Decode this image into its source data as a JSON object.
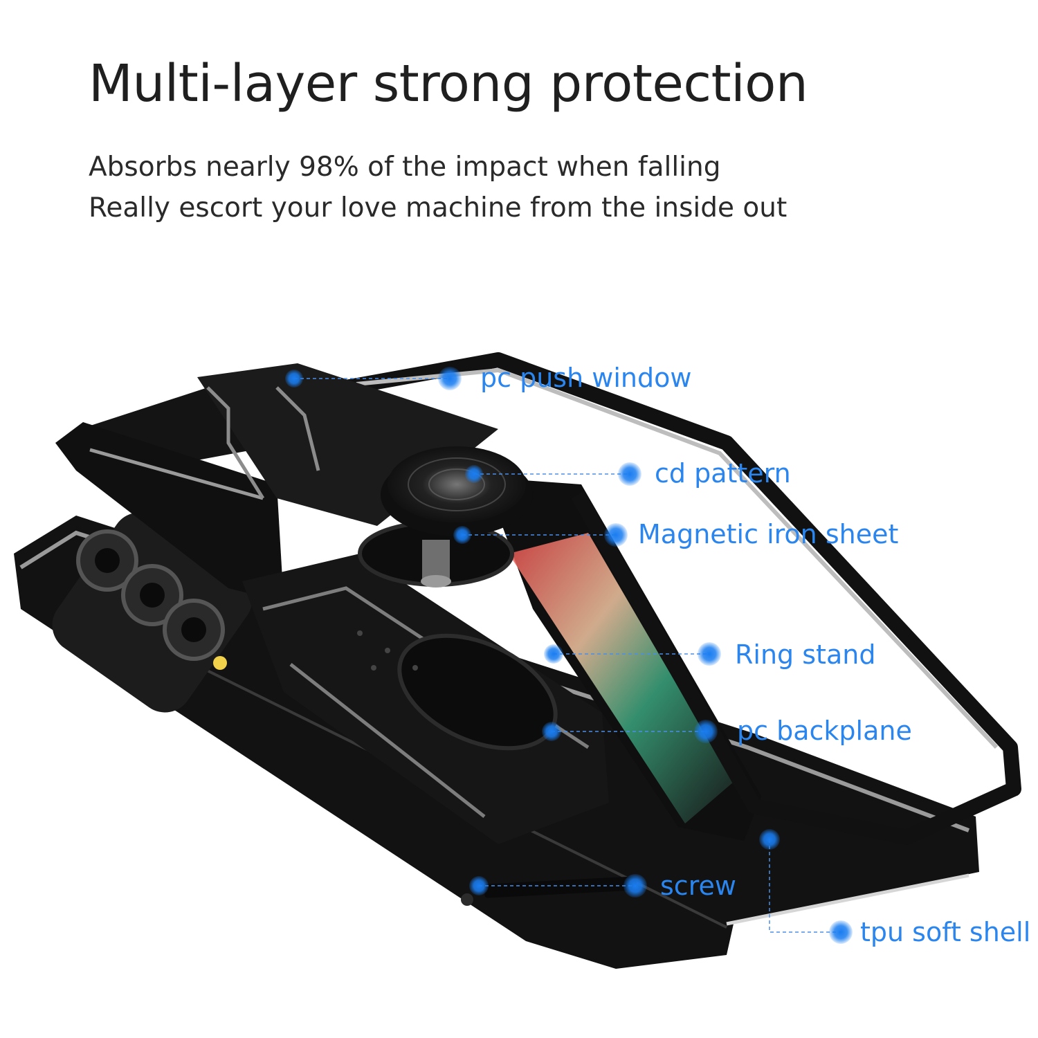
{
  "heading": {
    "title": "Multi-layer strong protection",
    "line1": "Absorbs nearly 98% of the impact when falling",
    "line2": "Really escort your love machine from the inside out"
  },
  "callouts": {
    "pc_push_window": "pc push window",
    "cd_pattern": "cd pattern",
    "magnetic_iron_sheet": "Magnetic iron sheet",
    "ring_stand": "Ring stand",
    "pc_backplane": "pc backplane",
    "screw": "screw",
    "tpu_soft_shell": "tpu soft shell"
  },
  "colors": {
    "accent": "#2a86ee",
    "case": "#141414",
    "frame": "#c9c9c9"
  }
}
